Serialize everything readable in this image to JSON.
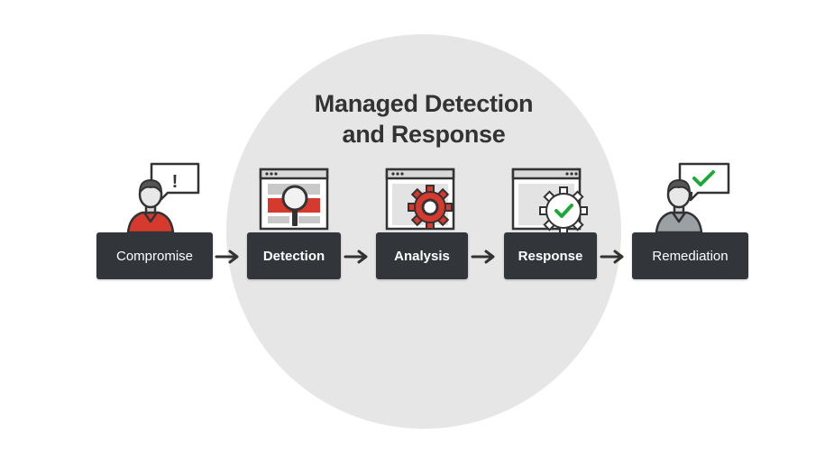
{
  "diagram": {
    "title_line1": "Managed Detection",
    "title_line2": "and Response",
    "colors": {
      "box": "#32363b",
      "accent_red": "#d63a2f",
      "check_green": "#1fa83a",
      "circle_bg": "#e6e6e6",
      "ink": "#333333"
    },
    "steps": [
      {
        "label": "Compromise",
        "icon": "alert-person-icon"
      },
      {
        "label": "Detection",
        "icon": "magnifier-window-icon"
      },
      {
        "label": "Analysis",
        "icon": "gear-window-icon"
      },
      {
        "label": "Response",
        "icon": "check-gear-window-icon"
      },
      {
        "label": "Remediation",
        "icon": "check-person-icon"
      }
    ],
    "alert_symbol": "!"
  }
}
